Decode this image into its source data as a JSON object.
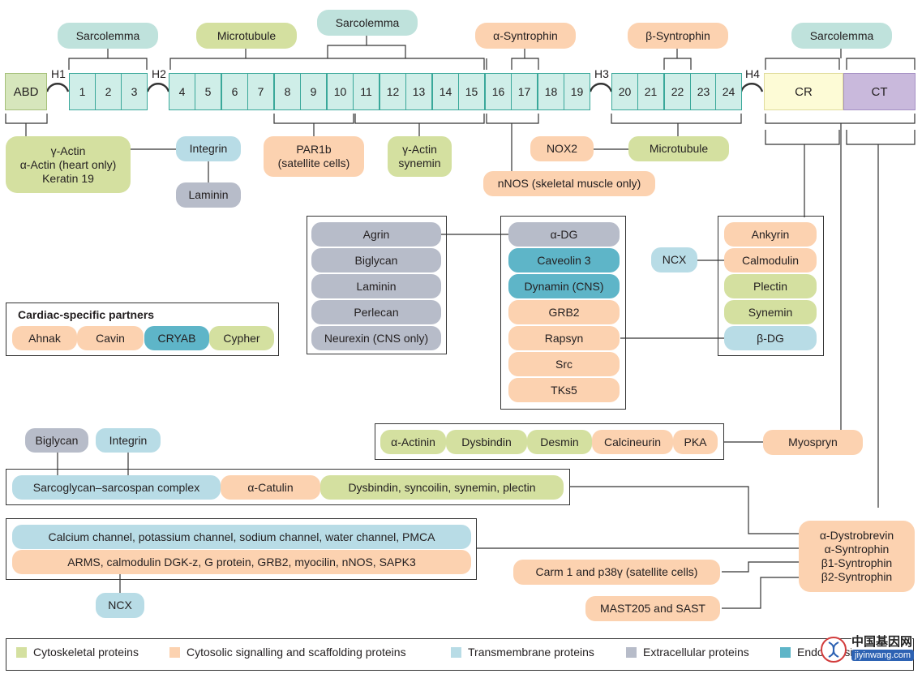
{
  "top_labels": {
    "sarcolemma_abd": "Sarcolemma",
    "microtubule_top": "Microtubule",
    "sarcolemma_mid": "Sarcolemma",
    "alpha_syntrophin_top": "α-Syntrophin",
    "beta_syntrophin_top": "β-Syntrophin",
    "sarcolemma_cr": "Sarcolemma"
  },
  "domains": {
    "abd": "ABD",
    "h1": "H1",
    "h2": "H2",
    "h3": "H3",
    "h4": "H4",
    "cr": "CR",
    "ct": "CT",
    "rods": [
      "1",
      "2",
      "3",
      "4",
      "5",
      "6",
      "7",
      "8",
      "9",
      "10",
      "11",
      "12",
      "13",
      "14",
      "15",
      "16",
      "17",
      "18",
      "19",
      "20",
      "21",
      "22",
      "23",
      "24"
    ]
  },
  "binding": {
    "actin": [
      "γ-Actin",
      "α-Actin (heart only)",
      "Keratin 19"
    ],
    "integrin_top": "Integrin",
    "laminin_top": "Laminin",
    "par1b": [
      "PAR1b",
      "(satellite cells)"
    ],
    "gamma_actin_synemin": [
      "γ-Actin",
      "synemin"
    ],
    "nos": "nNOS (skeletal muscle only)",
    "nox2": "NOX2",
    "microtubule_mid": "Microtubule"
  },
  "extracellular_box": [
    "Agrin",
    "Biglycan",
    "Laminin",
    "Perlecan",
    "Neurexin (CNS only)"
  ],
  "dg_box": [
    "α-DG",
    "Caveolin 3",
    "Dynamin (CNS)",
    "GRB2",
    "Rapsyn",
    "Src",
    "TKs5"
  ],
  "cr_box": [
    "Ankyrin",
    "Calmodulin",
    "Plectin",
    "Synemin",
    "β-DG"
  ],
  "ncx_cr": "NCX",
  "cardiac": {
    "title": "Cardiac-specific partners",
    "items": [
      "Ahnak",
      "Cavin",
      "CRYAB",
      "Cypher"
    ]
  },
  "ct_row": [
    "α-Actinin",
    "Dysbindin",
    "Desmin",
    "Calcineurin",
    "PKA"
  ],
  "myospryn": "Myospryn",
  "sg_top": {
    "biglycan": "Biglycan",
    "integrin": "Integrin"
  },
  "sg_row": [
    "Sarcoglycan–sarcospan complex",
    "α-Catulin",
    "Dysbindin, syncoilin, synemin, plectin"
  ],
  "channel_row": "Calcium channel, potassium channel, sodium channel, water channel, PMCA",
  "signal_row": "ARMS, calmodulin DGK-z, G protein, GRB2, myocilin, nNOS, SAPK3",
  "ncx_bottom": "NCX",
  "dystro": [
    "α-Dystrobrevin",
    "α-Syntrophin",
    "β1-Syntrophin",
    "β2-Syntrophin"
  ],
  "carm": "Carm 1 and p38γ (satellite cells)",
  "mast": "MAST205 and SAST",
  "legend": [
    {
      "label": "Cytoskeletal proteins",
      "color": "#d4e0a0"
    },
    {
      "label": "Cytosolic signalling and scaffolding proteins",
      "color": "#fcd2b0"
    },
    {
      "label": "Transmembrane proteins",
      "color": "#b8dce6"
    },
    {
      "label": "Extracellular proteins",
      "color": "#b7bcc9"
    },
    {
      "label": "Endocytosis proteins",
      "color": "#5eb5c8"
    }
  ],
  "watermark": {
    "cn": "中国基因网",
    "url": "jiyinwang.com"
  }
}
